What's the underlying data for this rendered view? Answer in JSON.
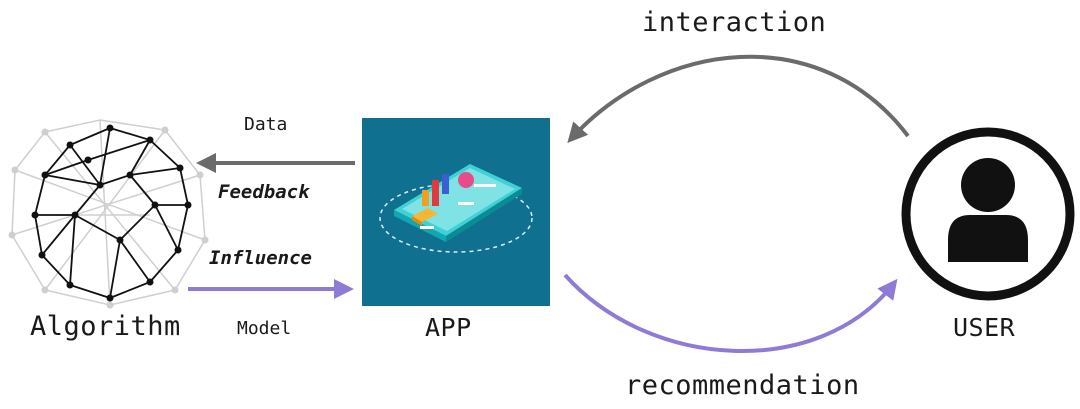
{
  "labels": {
    "interaction": "interaction",
    "recommendation": "recommendation",
    "algorithm": "Algorithm",
    "app": "APP",
    "user": "USER",
    "data": "Data",
    "feedback": "Feedback",
    "influence": "Influence",
    "model": "Model"
  },
  "colors": {
    "gray_arrow": "#6b6b6b",
    "purple_arrow": "#8f7bd6",
    "app_background": "#0f708f",
    "user_icon": "#111111"
  },
  "icons": {
    "algorithm": "network-polyhedron-icon",
    "app": "smartphone-analytics-icon",
    "user": "user-avatar-icon"
  }
}
